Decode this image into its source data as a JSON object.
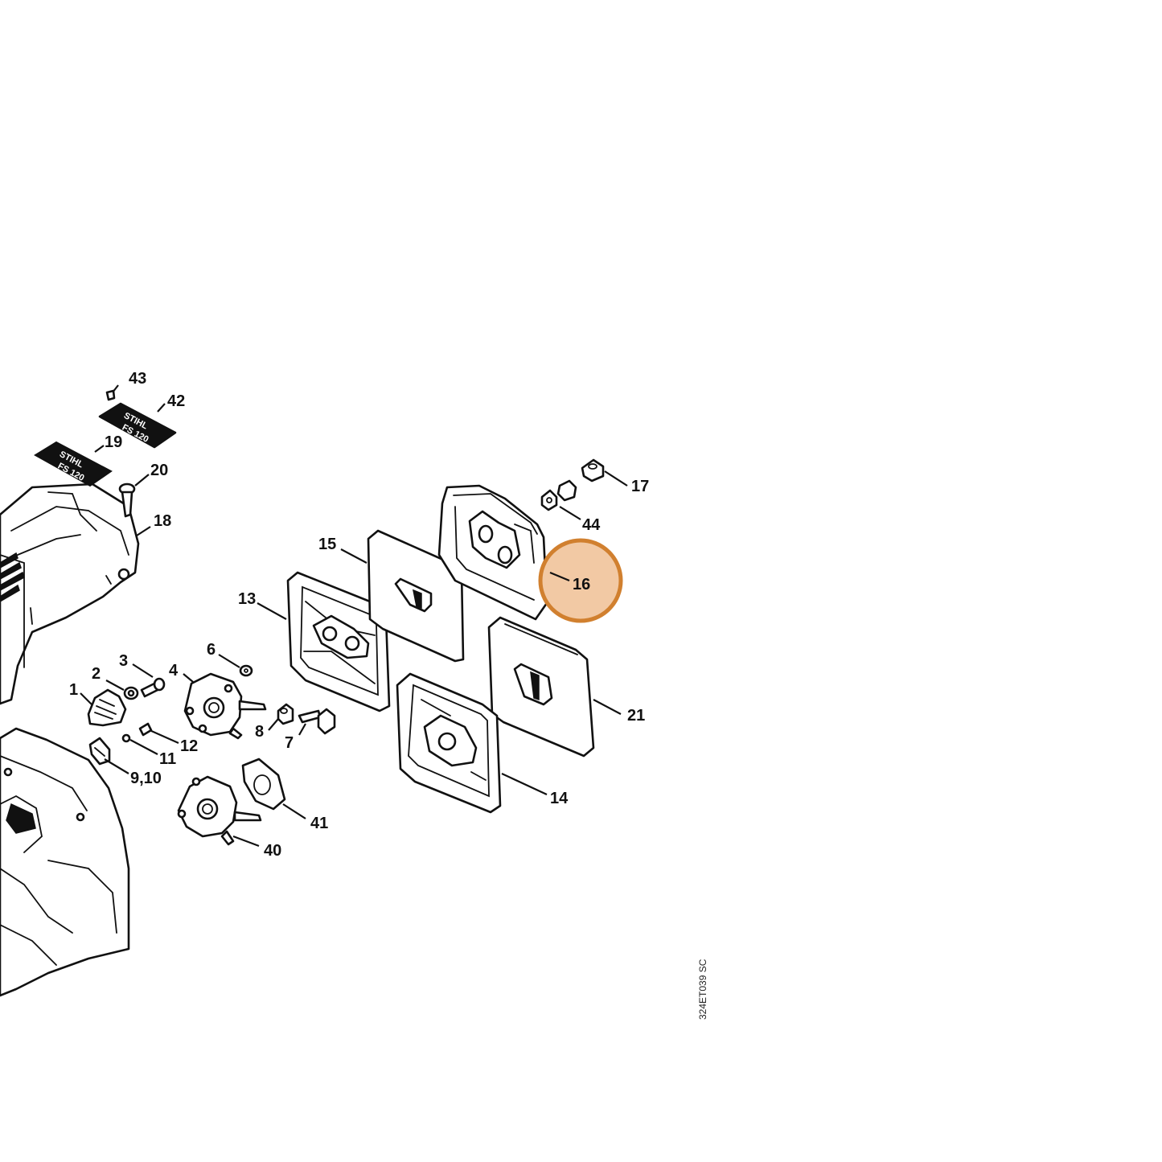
{
  "diagram": {
    "drawing_code": "324ET039 SC",
    "highlight": {
      "label": "16",
      "fill": "#f2c9a4",
      "stroke": "#d1802f"
    },
    "callouts": {
      "c1": "1",
      "c2": "2",
      "c3": "3",
      "c4": "4",
      "c6": "6",
      "c7": "7",
      "c8": "8",
      "c9_10": "9,10",
      "c11": "11",
      "c12": "12",
      "c13": "13",
      "c14": "14",
      "c15": "15",
      "c17": "17",
      "c18": "18",
      "c19": "19",
      "c20": "20",
      "c21": "21",
      "c40": "40",
      "c41": "41",
      "c42": "42",
      "c43": "43",
      "c44": "44"
    },
    "plate_texts": {
      "plate_42_line1": "STIHL",
      "plate_42_line2": "FS 120",
      "plate_19_line1": "STIHL",
      "plate_19_line2": "FS 120"
    }
  }
}
